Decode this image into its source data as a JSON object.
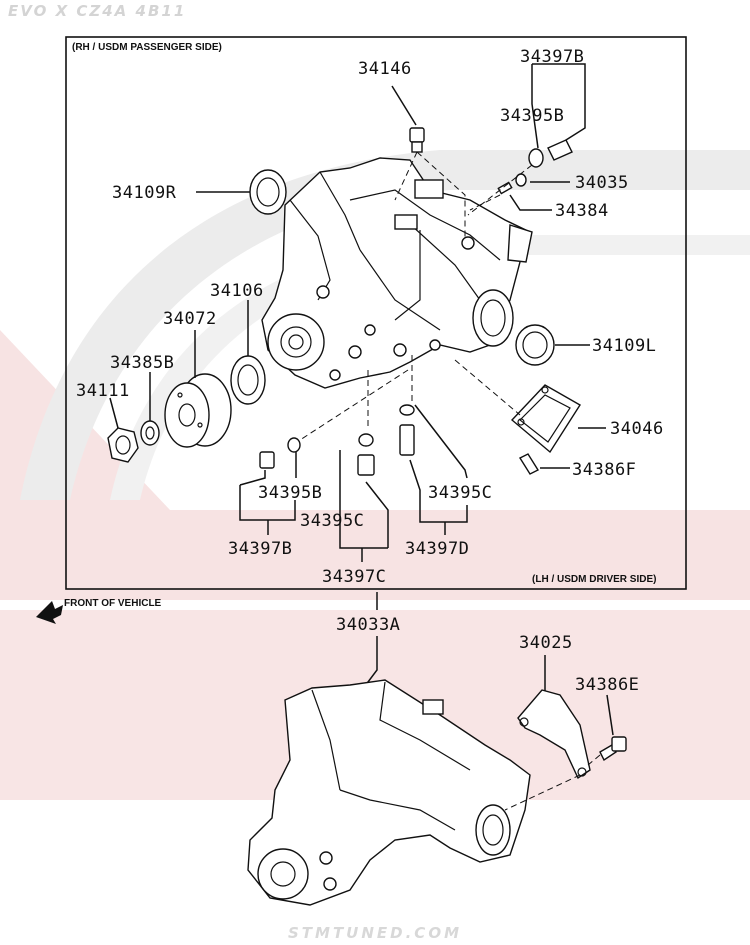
{
  "header": {
    "title": "EVO X CZ4A 4B11"
  },
  "footer": {
    "watermark": "STMTUNED.COM"
  },
  "notes": {
    "rh_side": "(RH / USDM PASSENGER SIDE)",
    "lh_side": "(LH / USDM DRIVER SIDE)",
    "front_of_vehicle": "FRONT OF VEHICLE"
  },
  "parts": {
    "p34146": "34146",
    "p34397B_top": "34397B",
    "p34395B_top": "34395B",
    "p34035": "34035",
    "p34384": "34384",
    "p34109R": "34109R",
    "p34106": "34106",
    "p34072": "34072",
    "p34385B": "34385B",
    "p34111": "34111",
    "p34109L": "34109L",
    "p34046": "34046",
    "p34386F": "34386F",
    "p34395B_bottom": "34395B",
    "p34395C_mid": "34395C",
    "p34395C_right": "34395C",
    "p34397B_bottom": "34397B",
    "p34397D": "34397D",
    "p34397C": "34397C",
    "p34033A": "34033A",
    "p34025": "34025",
    "p34386E": "34386E"
  },
  "colors": {
    "line": "#111111",
    "watermark_red": "#f3d6d6",
    "watermark_gray": "#e6e6e6"
  }
}
